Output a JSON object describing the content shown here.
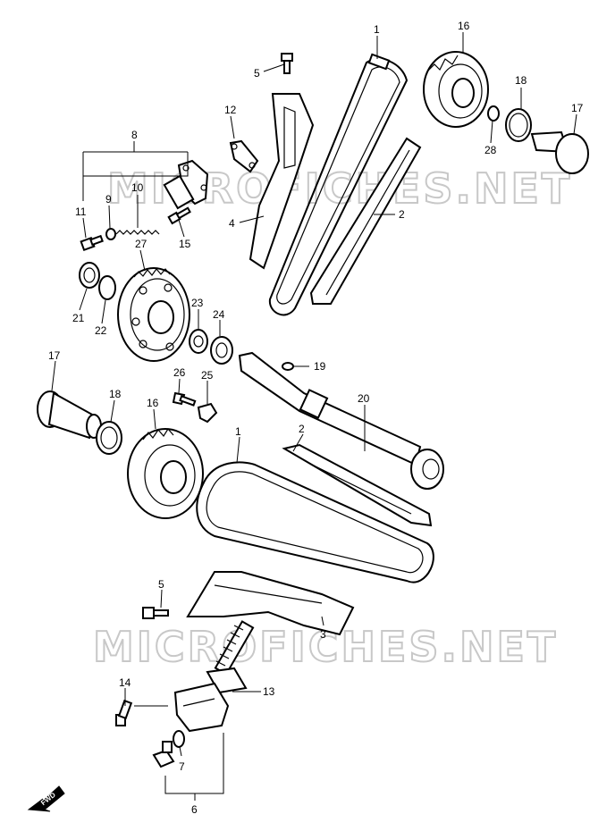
{
  "watermark": {
    "text": "MICROFICHES.NET"
  },
  "fwd_label": "FWD",
  "callouts": {
    "c1_top": "1",
    "c16_top": "16",
    "c5_top": "5",
    "c18_top": "18",
    "c17_top": "17",
    "c12": "12",
    "c8": "8",
    "c28": "28",
    "c10": "10",
    "c9": "9",
    "c11": "11",
    "c4": "4",
    "c2_top": "2",
    "c15": "15",
    "c27": "27",
    "c21": "21",
    "c22": "22",
    "c23": "23",
    "c24": "24",
    "c17_left": "17",
    "c19": "19",
    "c26": "26",
    "c25": "25",
    "c18_left": "18",
    "c20": "20",
    "c16_left": "16",
    "c1_bottom": "1",
    "c2_bottom": "2",
    "c5_bottom": "5",
    "c3": "3",
    "c14": "14",
    "c13": "13",
    "c7": "7",
    "c6": "6"
  }
}
